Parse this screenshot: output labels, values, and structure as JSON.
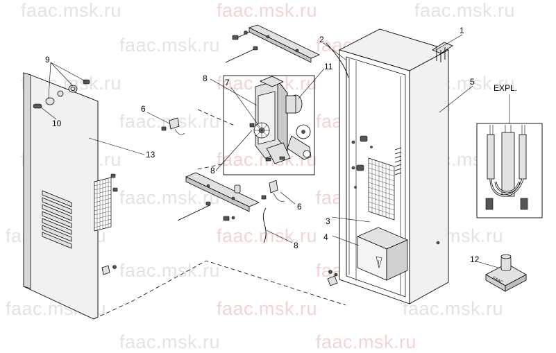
{
  "watermark": {
    "text": "faac.msk.ru",
    "colors": {
      "grey": "#e3e3e3",
      "pink": "#f6d3d3"
    }
  },
  "callouts": {
    "c1": "1",
    "c2": "2",
    "c3": "3",
    "c4": "4",
    "c5": "5",
    "c6a": "6",
    "c6b": "6",
    "c7": "7",
    "c8a": "8",
    "c8b": "8",
    "c8c": "8",
    "c9": "9",
    "c10": "10",
    "c11": "11",
    "c12": "12",
    "c13": "13"
  },
  "expl_label": "EXPL.",
  "label_text": "FAAC"
}
